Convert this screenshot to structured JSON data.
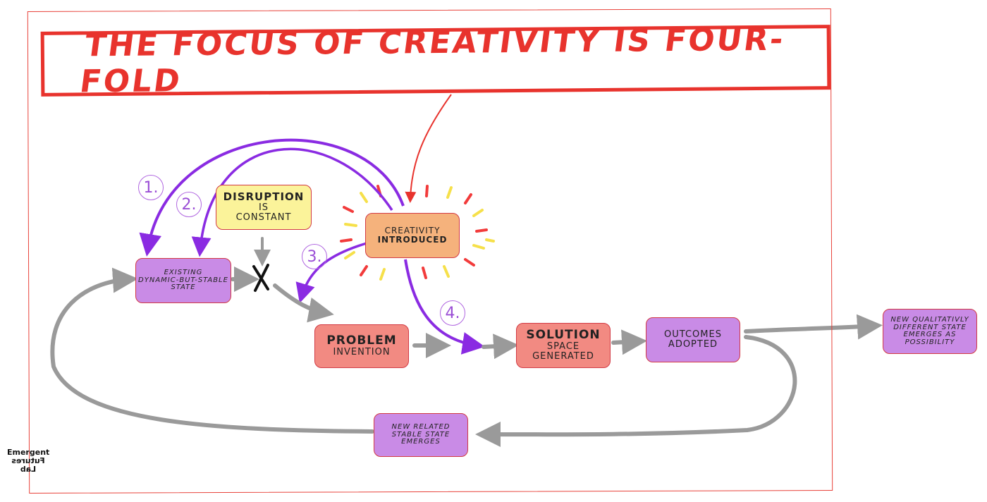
{
  "title": "The Focus of Creativity is Four-Fold",
  "colors": {
    "red": "#e8332d",
    "purple_arrow": "#8a2be2",
    "gray_arrow": "#9a9a9a",
    "purple_node": "#c98be6",
    "salmon_node": "#f28a82",
    "yellow_node": "#fbf39a",
    "orange_node": "#f5b27c"
  },
  "nodes": {
    "existing_state": [
      "Existing",
      "Dynamic-but-stable",
      "State"
    ],
    "disruption": [
      "Disruption",
      "is",
      "constant"
    ],
    "creativity": [
      "Creativity",
      "Introduced"
    ],
    "problem": [
      "Problem",
      "Invention"
    ],
    "solution": [
      "Solution",
      "Space",
      "Generated"
    ],
    "outcomes": [
      "Outcomes",
      "Adopted"
    ],
    "new_qualitative": [
      "New Qualitativly",
      "Different State",
      "Emerges as",
      "Possibility"
    ],
    "new_related": [
      "New Related",
      "Stable State",
      "Emerges"
    ]
  },
  "step_numbers": [
    "1.",
    "2.",
    "3.",
    "4."
  ],
  "logo": [
    "Emergent",
    "Futures",
    "Lab"
  ]
}
